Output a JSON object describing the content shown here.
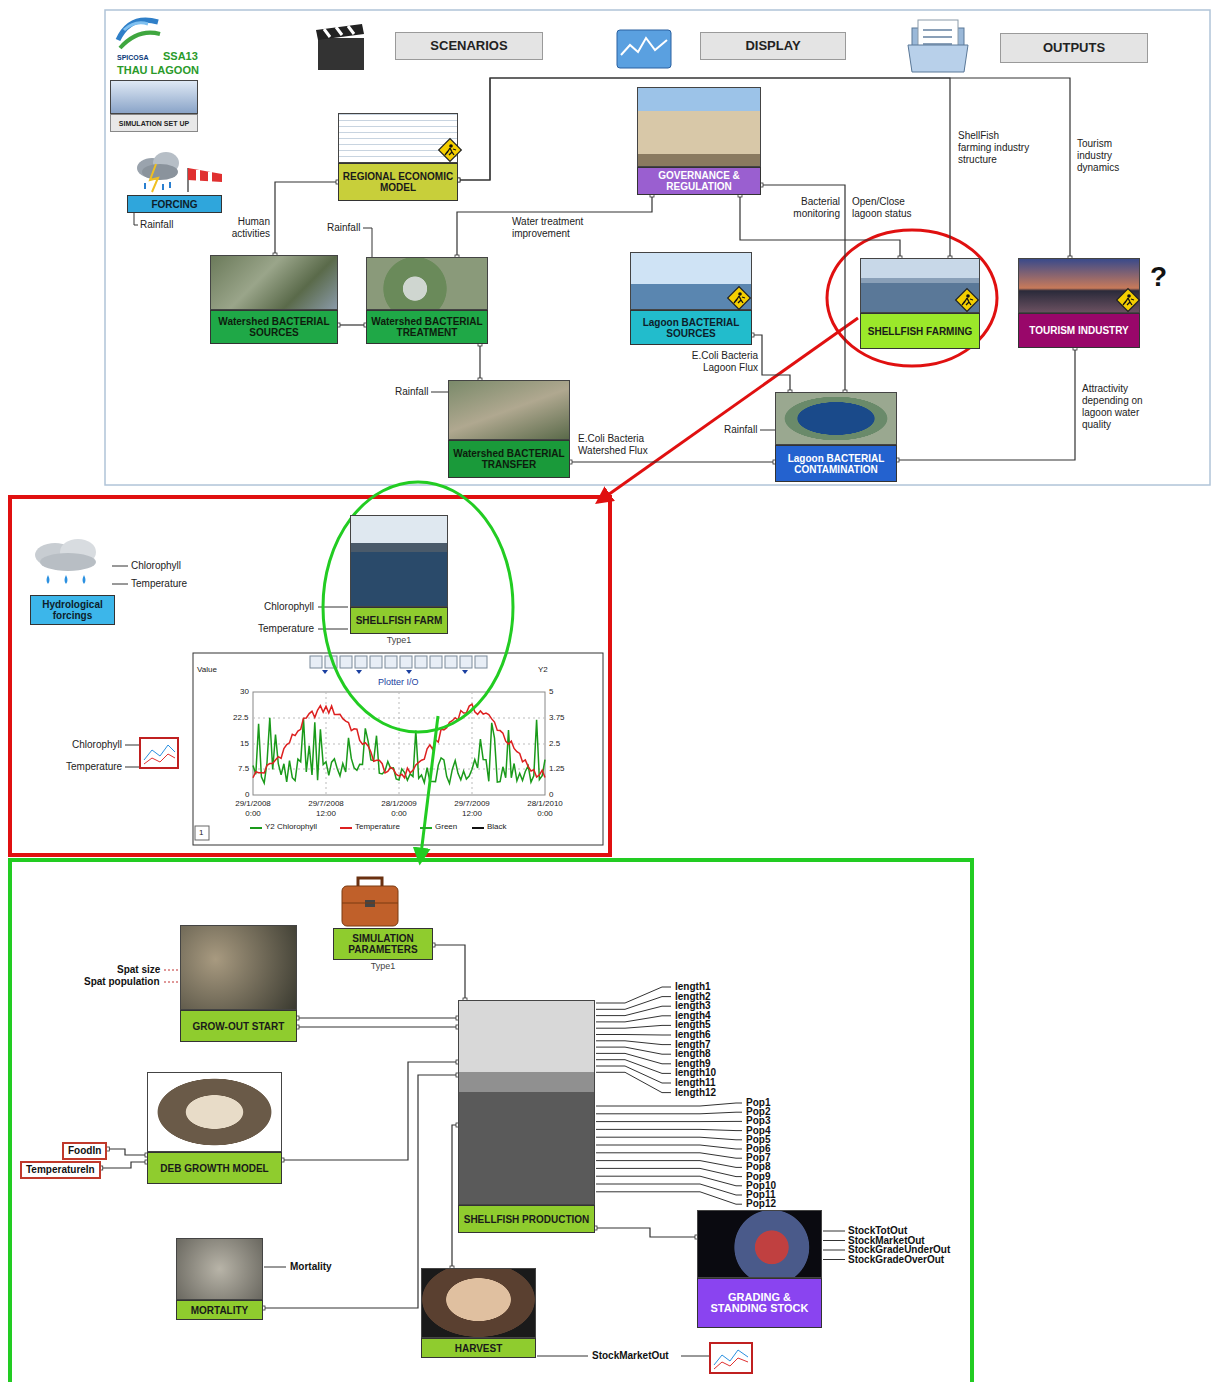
{
  "diagram": {
    "nodes": [
      {
        "text": [
          "SCENARIOS"
        ]
      },
      {
        "text": [
          "DISPLAY"
        ]
      },
      {
        "text": [
          "OUTPUTS"
        ]
      },
      {
        "text": [
          "SIMULATION SET UP"
        ]
      },
      {
        "text": [
          "REGIONAL ECONOMIC MODEL"
        ]
      },
      {
        "text": [
          "GOVERNANCE & REGULATION"
        ]
      },
      {
        "text": [
          "FORCING"
        ]
      },
      {
        "text": [
          "Watershed BACTERIAL SOURCES"
        ]
      },
      {
        "text": [
          "Watershed BACTERIAL TREATMENT"
        ]
      },
      {
        "text": [
          "Lagoon BACTERIAL SOURCES"
        ]
      },
      {
        "text": [
          "SHELLFISH FARMING"
        ]
      },
      {
        "text": [
          "TOURISM INDUSTRY"
        ]
      },
      {
        "text": [
          "Watershed BACTERIAL TRANSFER"
        ]
      },
      {
        "text": [
          "Lagoon BACTERIAL CONTAMINATION"
        ]
      },
      {
        "text": [
          "Hydrological forcings"
        ]
      },
      {
        "text": [
          "SHELLFISH FARM",
          "Type1"
        ]
      },
      {
        "text": [
          "SIMULATION PARAMETERS",
          "Type1"
        ]
      },
      {
        "text": [
          "GROW-OUT START"
        ]
      },
      {
        "text": [
          "SHELLFISH PRODUCTION"
        ]
      },
      {
        "text": [
          "DEB GROWTH MODEL"
        ]
      },
      {
        "text": [
          "MORTALITY"
        ]
      },
      {
        "text": [
          "HARVEST"
        ]
      },
      {
        "text": [
          "GRADING & STANDING STOCK"
        ]
      },
      {
        "text": [
          "FoodIn"
        ]
      },
      {
        "text": [
          "TemperatureIn"
        ]
      }
    ],
    "edges": [
      {
        "from": 10,
        "to": 4,
        "label": "ShellFish farming industry structure",
        "arrow": "none"
      },
      {
        "from": 11,
        "to": 4,
        "label": "Tourism industry dynamics",
        "arrow": "none"
      },
      {
        "from": 4,
        "to": 7,
        "label": "Human activities",
        "arrow": "none"
      },
      {
        "from": 5,
        "to": 8,
        "label": "Water treatment improvement",
        "arrow": "none"
      },
      {
        "from": 7,
        "to": 8,
        "arrow": "none"
      },
      {
        "from": 8,
        "to": 12,
        "arrow": "none"
      },
      {
        "from": 12,
        "to": 13,
        "label": "E.Coli Bacteria Watershed Flux",
        "arrow": "none"
      },
      {
        "from": 9,
        "to": 13,
        "label": "E.Coli Bacteria Lagoon Flux",
        "arrow": "none"
      },
      {
        "from": 13,
        "to": 5,
        "label": "Bacterial monitoring",
        "arrow": "none"
      },
      {
        "from": 5,
        "to": 10,
        "label": "Open/Close lagoon status",
        "arrow": "none"
      },
      {
        "from": 13,
        "to": 11,
        "label": "Attractivity depending on lagoon water quality",
        "arrow": "none"
      },
      {
        "from": 16,
        "to": 18,
        "arrow": "none"
      },
      {
        "from": 17,
        "to": 18,
        "arrow": "none"
      },
      {
        "from": 17,
        "to": 18,
        "arrow": "none"
      },
      {
        "from": 19,
        "to": 18,
        "arrow": "none"
      },
      {
        "from": 20,
        "to": 18,
        "arrow": "none"
      },
      {
        "from": 18,
        "to": 21,
        "arrow": "none"
      },
      {
        "from": 18,
        "to": 22,
        "arrow": "none"
      },
      {
        "from": 23,
        "to": 19,
        "arrow": "none"
      },
      {
        "from": 24,
        "to": 19,
        "arrow": "none"
      }
    ],
    "labels": [
      "SPICOSA",
      "SSA13",
      "THAU LAGOON",
      "Rainfall",
      "Rainfall",
      "Rainfall",
      "Rainfall",
      "?",
      "Chlorophyll",
      "Temperature",
      "Chlorophyll",
      "Temperature",
      "Chlorophyll",
      "Temperature",
      "Value",
      "Plotter I/O",
      "Y2",
      "30",
      "22.5",
      "15",
      "7.5",
      "0",
      "5",
      "3.75",
      "2.5",
      "1.25",
      "0",
      "29/1/2008 0:00",
      "29/7/2008 12:00",
      "28/1/2009 0:00",
      "29/7/2009 12:00",
      "28/1/2010 0:00",
      "1",
      "Spat size",
      "Spat population",
      "Mortality",
      "length1",
      "length2",
      "length3",
      "length4",
      "length5",
      "length6",
      "length7",
      "length8",
      "length9",
      "length10",
      "length11",
      "length12",
      "Pop1",
      "Pop2",
      "Pop3",
      "Pop4",
      "Pop5",
      "Pop6",
      "Pop7",
      "Pop8",
      "Pop9",
      "Pop10",
      "Pop11",
      "Pop12",
      "StockTotOut",
      "StockMarketOut",
      "StockGradeUnderOut",
      "StockGradeOverOut",
      "StockMarketOut"
    ],
    "legend": [
      {
        "text": "Y2 Chlorophyll"
      },
      {
        "text": "Temperature"
      },
      {
        "text": "Green"
      },
      {
        "text": "Black"
      }
    ]
  }
}
